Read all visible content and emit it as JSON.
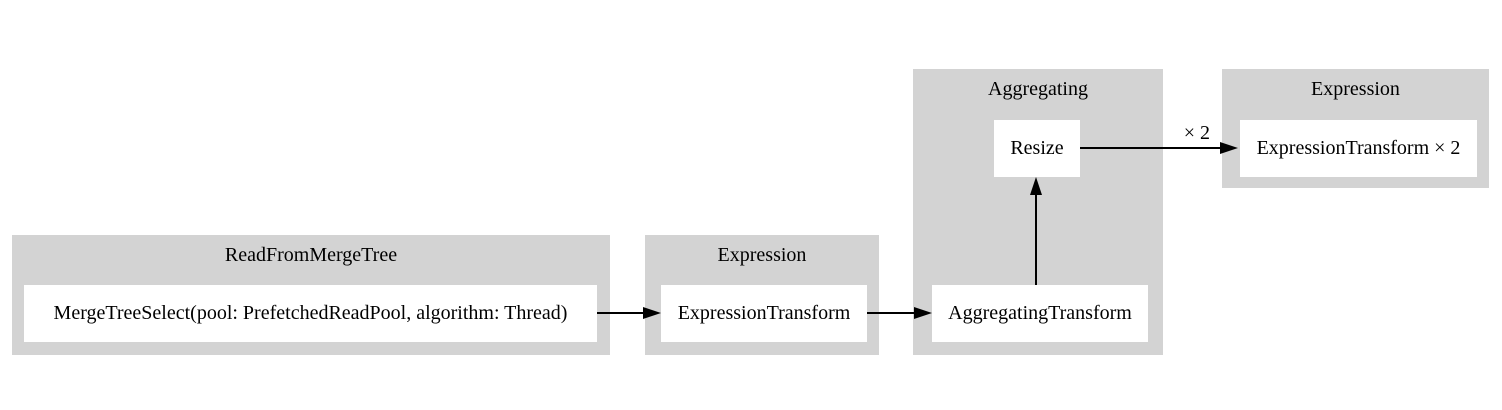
{
  "diagram": {
    "type": "graphviz-pipeline",
    "clusters": [
      {
        "title": "ReadFromMergeTree"
      },
      {
        "title": "Expression"
      },
      {
        "title": "Aggregating"
      },
      {
        "title": "Expression"
      }
    ],
    "nodes": [
      {
        "label": "MergeTreeSelect(pool: PrefetchedReadPool, algorithm: Thread)"
      },
      {
        "label": "ExpressionTransform"
      },
      {
        "label": "AggregatingTransform"
      },
      {
        "label": "Resize"
      },
      {
        "label": "ExpressionTransform × 2"
      }
    ],
    "edges": [
      {
        "from": "MergeTreeSelect(pool: PrefetchedReadPool, algorithm: Thread)",
        "to": "ExpressionTransform",
        "label": ""
      },
      {
        "from": "ExpressionTransform",
        "to": "AggregatingTransform",
        "label": ""
      },
      {
        "from": "AggregatingTransform",
        "to": "Resize",
        "label": ""
      },
      {
        "from": "Resize",
        "to": "ExpressionTransform × 2",
        "label": "× 2"
      }
    ],
    "colors": {
      "cluster_bg": "#d3d3d3",
      "node_bg": "#ffffff",
      "edge": "#000000",
      "text": "#000000",
      "background": "#ffffff"
    }
  }
}
